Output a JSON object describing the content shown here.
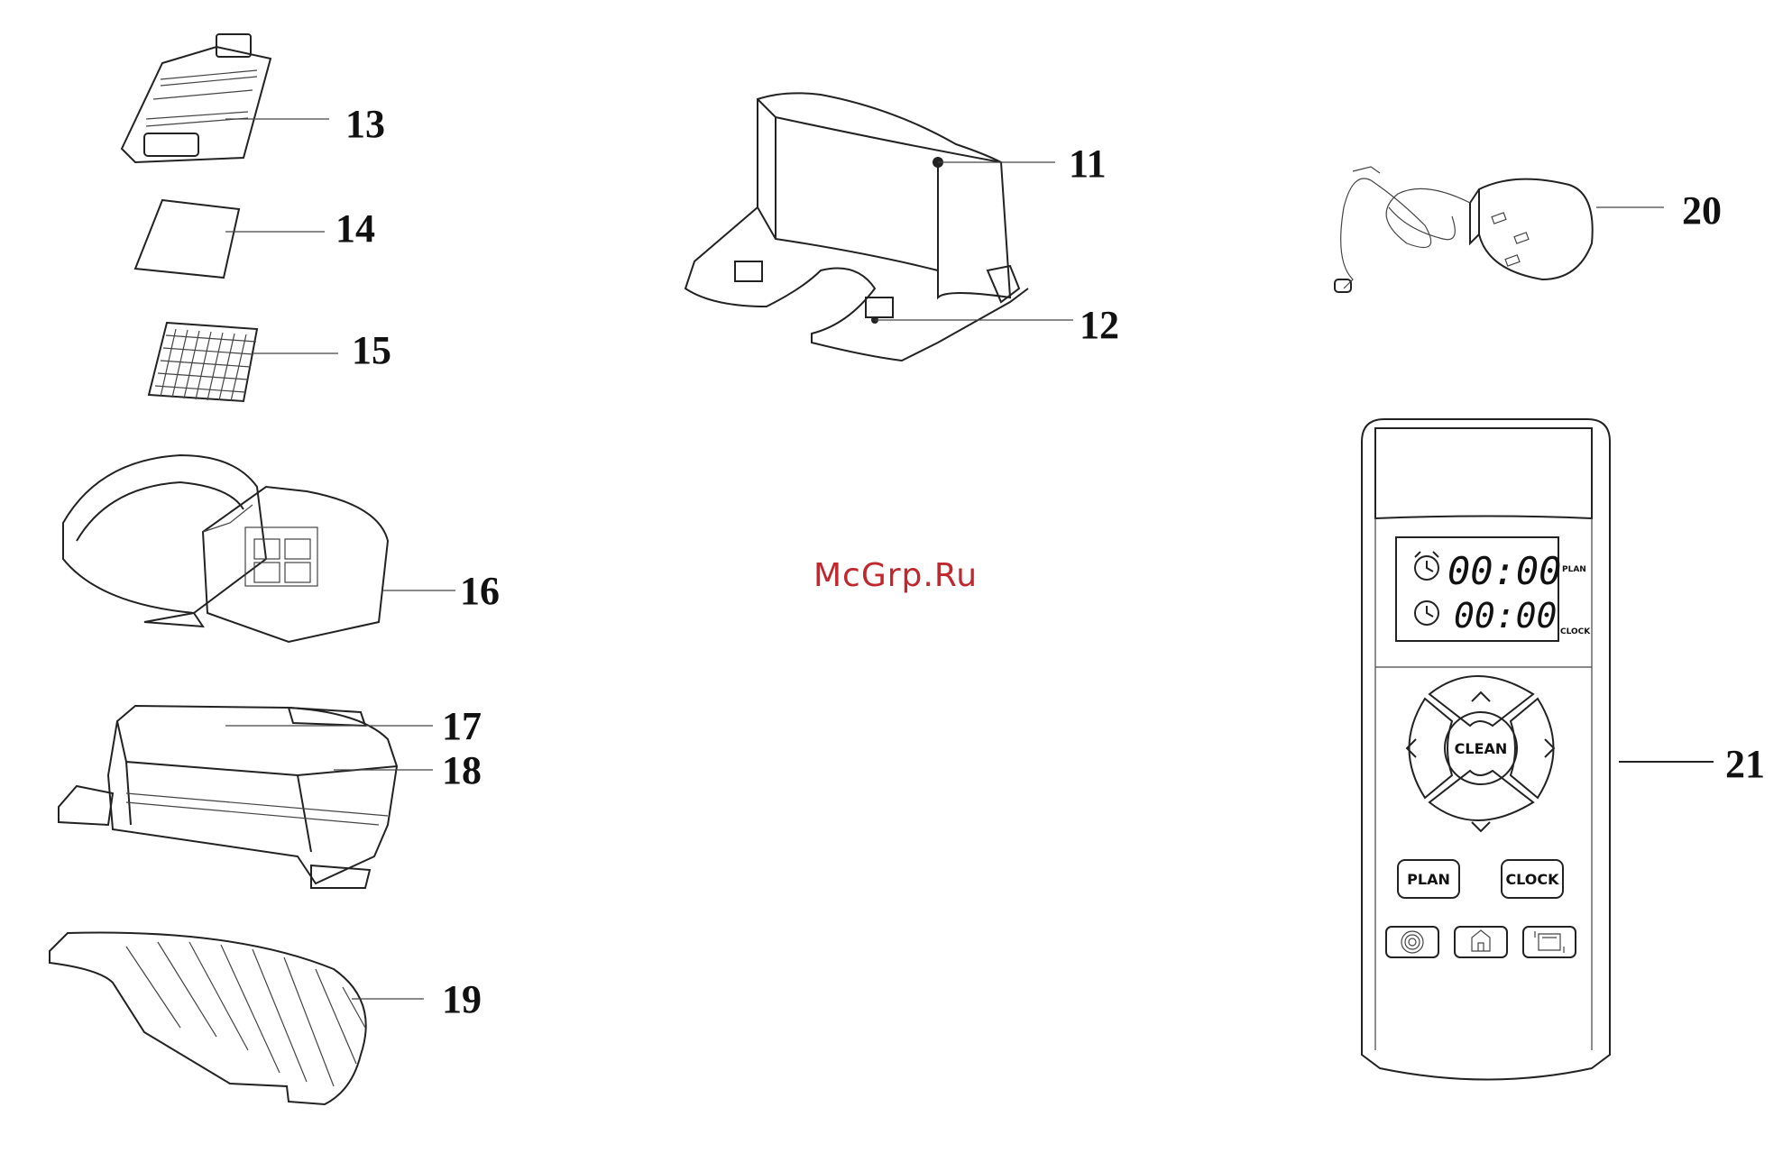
{
  "parts": {
    "p11": "11",
    "p12": "12",
    "p13": "13",
    "p14": "14",
    "p15": "15",
    "p16": "16",
    "p17": "17",
    "p18": "18",
    "p19": "19",
    "p20": "20",
    "p21": "21"
  },
  "watermark": "McGrp.Ru",
  "remote": {
    "plan_time": "00:00",
    "clock_time": "00:00",
    "plan_tag": "PLAN",
    "clock_tag": "CLOCK",
    "clean_label": "CLEAN",
    "plan_button": "PLAN",
    "clock_button": "CLOCK",
    "icons": [
      "alarm-clock-icon",
      "clock-icon",
      "chevron-up-icon",
      "chevron-down-icon",
      "chevron-left-icon",
      "chevron-right-icon",
      "spiral-icon",
      "home-icon",
      "edge-clean-icon"
    ]
  }
}
